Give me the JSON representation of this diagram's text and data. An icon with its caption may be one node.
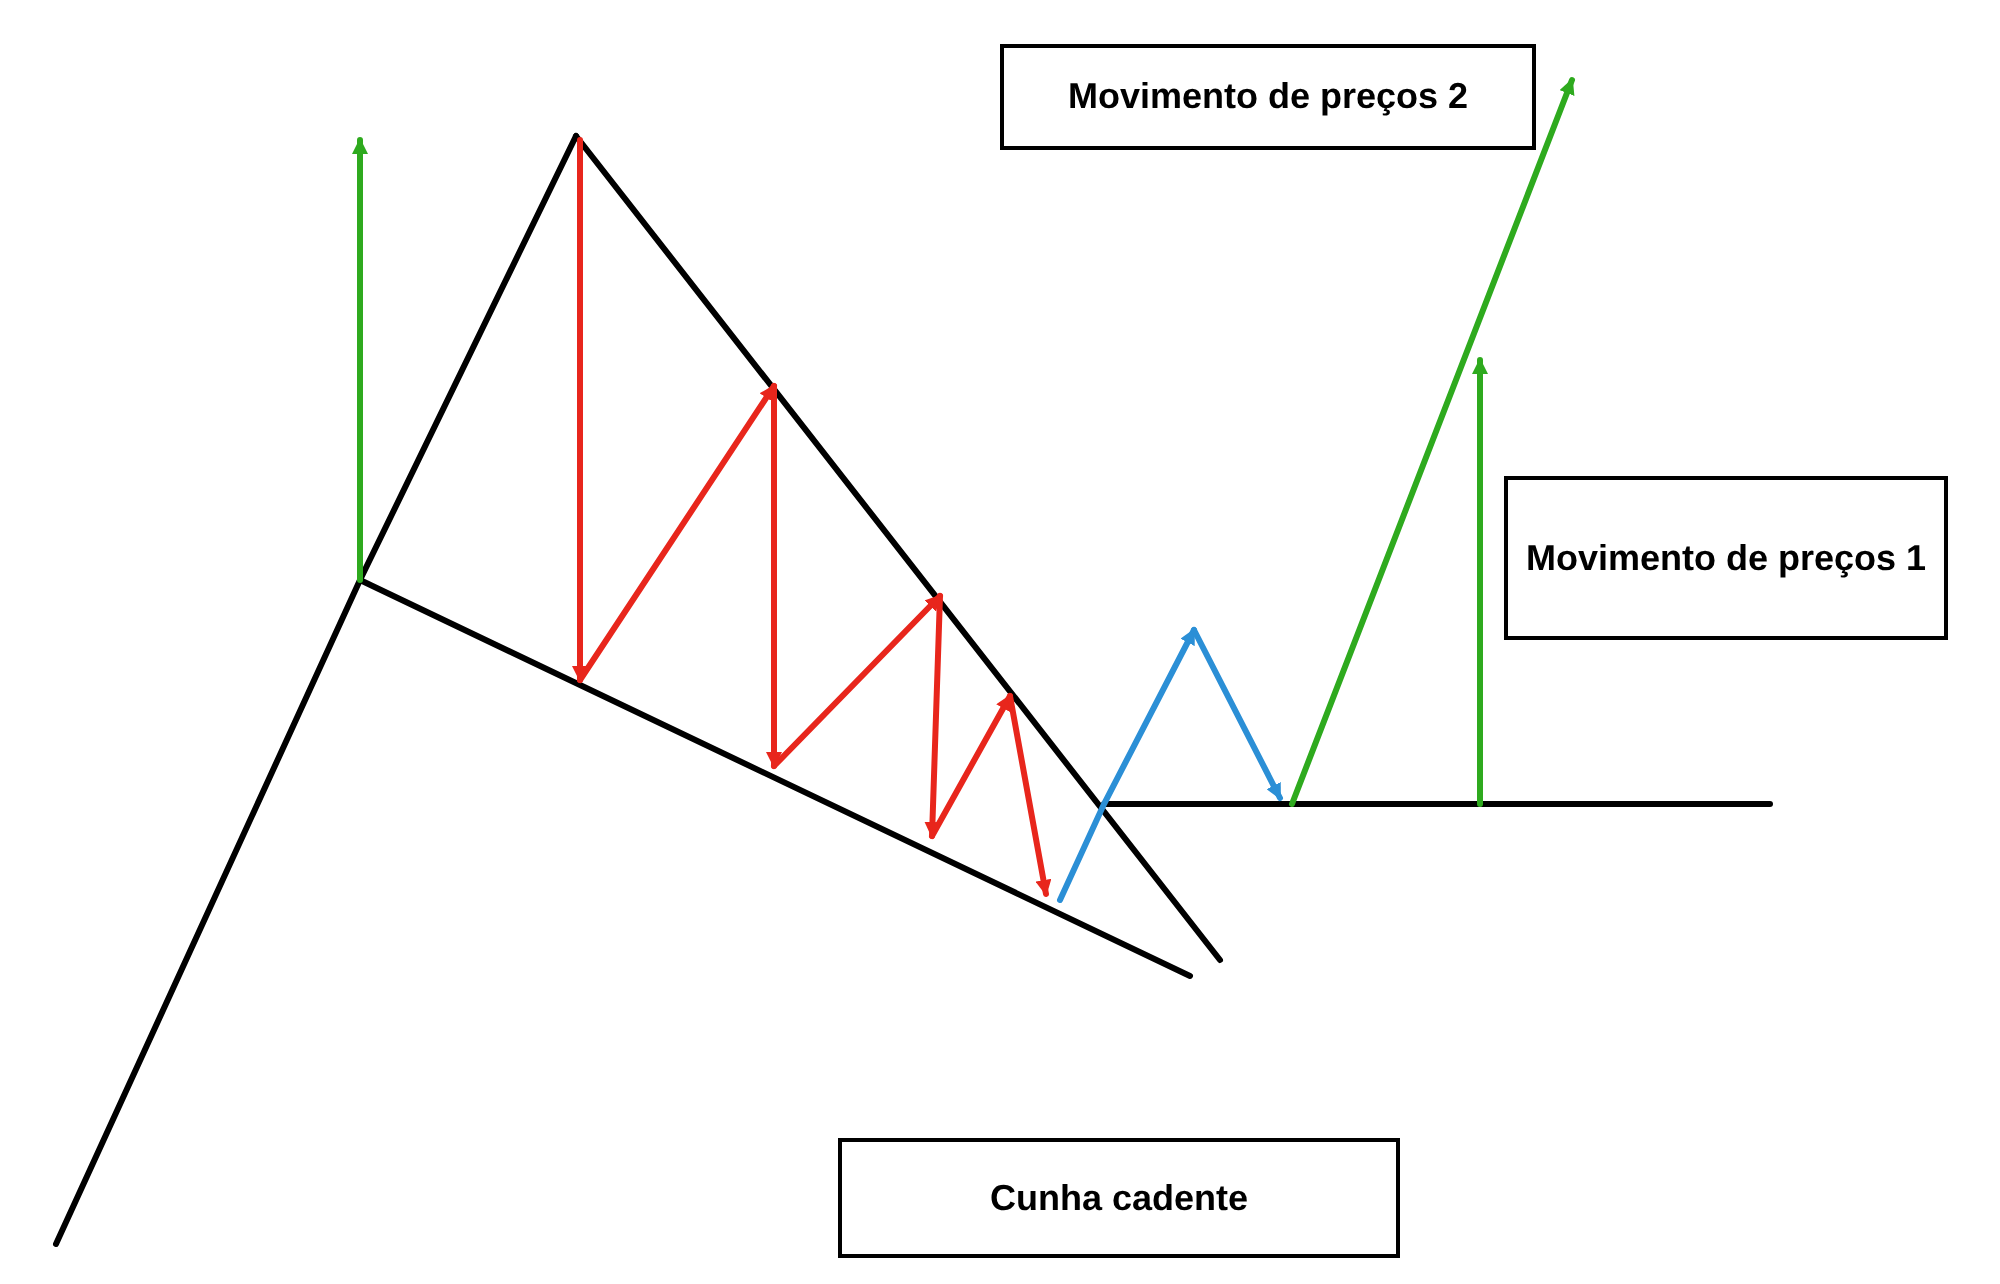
{
  "diagram": {
    "nodes": [
      {
        "text": [
          "Movimento de preços 2"
        ]
      },
      {
        "text": [
          "Movimento de preços 1"
        ]
      },
      {
        "text": [
          "Cunha cadente"
        ]
      }
    ]
  }
}
